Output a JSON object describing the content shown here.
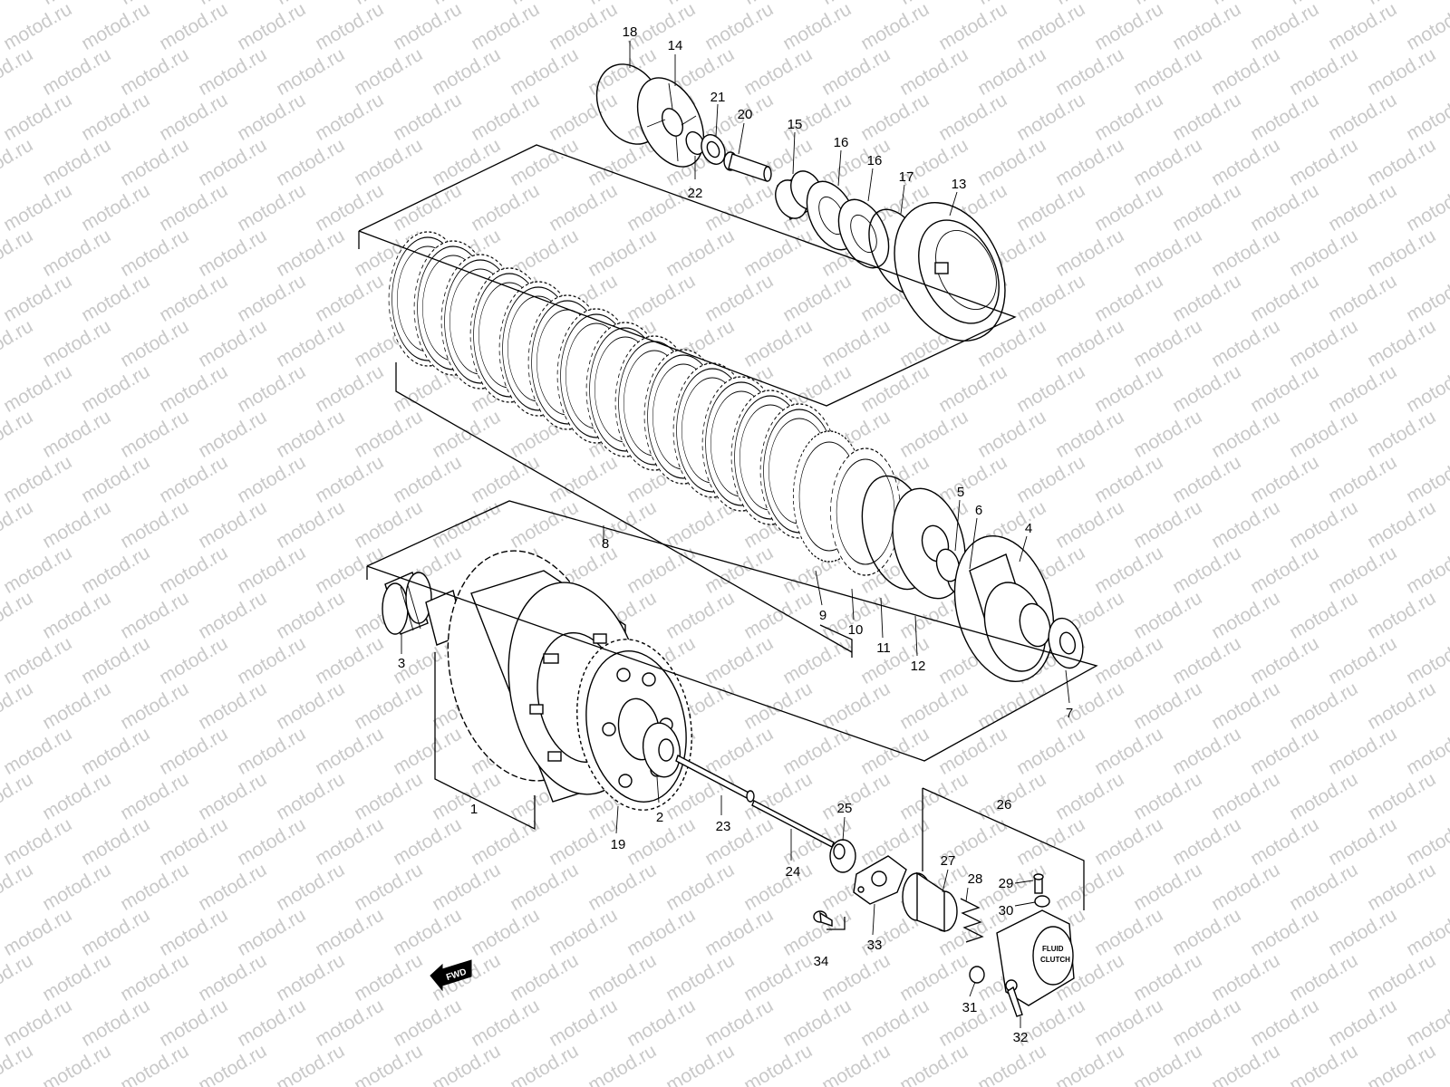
{
  "watermark": {
    "text": "motod.ru"
  },
  "fwd_label": "FWD",
  "cap_label_line1": "FLUID",
  "cap_label_line2": "CLUTCH",
  "callouts": [
    "1",
    "2",
    "3",
    "4",
    "5",
    "6",
    "7",
    "8",
    "9",
    "10",
    "11",
    "12",
    "13",
    "14",
    "15",
    "16",
    "16",
    "17",
    "18",
    "19",
    "20",
    "21",
    "22",
    "23",
    "24",
    "25",
    "26",
    "27",
    "28",
    "29",
    "30",
    "31",
    "32",
    "33",
    "34"
  ]
}
